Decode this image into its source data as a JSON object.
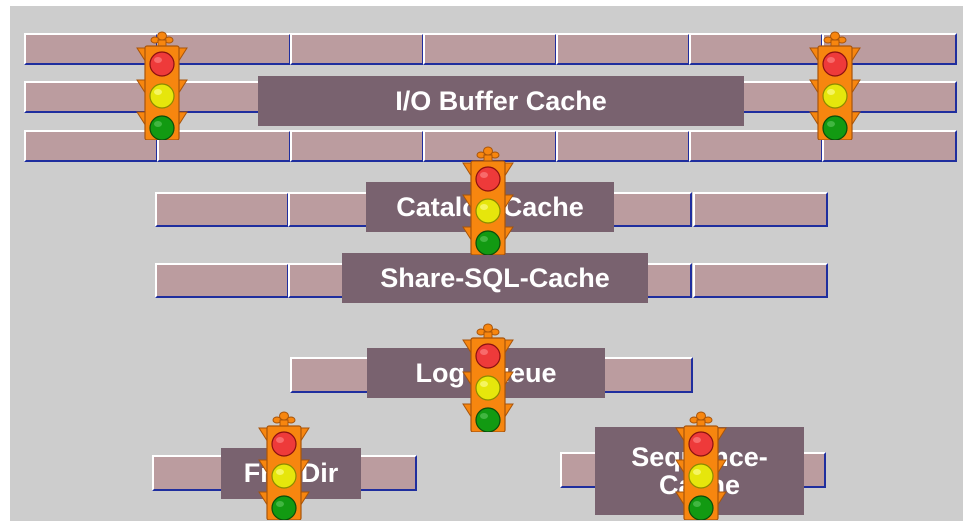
{
  "colors": {
    "background": "#cdcdcd",
    "brick_fill": "#bb9c9f",
    "brick_edge_dark": "#1f2e9e",
    "label_fill": "#79626f",
    "label_text": "#ffffff",
    "signal_body": "#f7860f",
    "light_red": "#ee3a3a",
    "light_yellow": "#e6e60c",
    "light_green": "#129a12"
  },
  "labels": {
    "io_buffer_cache": "I/O Buffer Cache",
    "catalog_cache": "Catalog Cache",
    "share_sql_cache": "Share-SQL-Cache",
    "log_queue": "Log Queue",
    "free_dir": "FreeDir",
    "sequence_cache": "Sequence-\nCache"
  },
  "icons": {
    "traffic_light": "traffic-light-icon"
  }
}
